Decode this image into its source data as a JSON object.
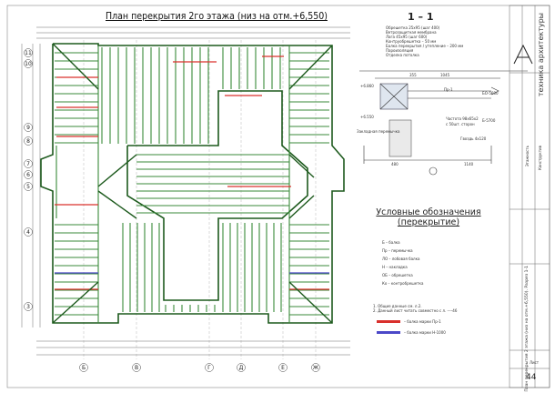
{
  "plan_title": "План перекрытия 2го этажа (низ на отм.+6,550)",
  "section": {
    "title": "1 – 1",
    "layers": [
      "Обрешетка 25х95 (шаг 400)",
      "Ветрозащитная мембрана",
      "Лага 45х95 (шаг 600)",
      "Контруобрешетка – 50 мм",
      "Балка перекрытия / утепление – 200 мм",
      "Пароизоляция",
      "Отделка потолка"
    ],
    "level_top": "+6.860",
    "level_bottom": "+6.550",
    "notes": [
      "Пр-1",
      "БО-5680",
      "Частота 98х65х2",
      "с 50шт. сторон",
      "Б-5700",
      "Гвоздь 4х120",
      "Закладная перемычка"
    ],
    "dims": [
      "355",
      "480",
      "1045",
      "1140"
    ]
  },
  "legend": {
    "title_line1": "Условные обозначения",
    "title_line2": "(перекрытие)",
    "items": [
      "Б – балка",
      "Пр – перемычка",
      "ЛО – лобовая балка",
      "Н – накладка",
      "ОБ – обрешетка",
      "Ко – контробрешетка"
    ],
    "notes": [
      "1. Общие данные см. л.2.",
      "2. Данный лист читать совместно с л. ----46"
    ],
    "swatches": [
      {
        "label": "– балка марки Пр-1",
        "color": "#d9302c"
      },
      {
        "label": "– балка марки Н-1000",
        "color": "#4b48c8"
      }
    ]
  },
  "axes": {
    "left": [
      "11",
      "10",
      "9",
      "8",
      "7",
      "6",
      "5",
      "4",
      "3"
    ],
    "bottom": [
      "Б",
      "В",
      "Г",
      "Д",
      "Е",
      "Ж"
    ]
  },
  "stamp": {
    "brand": "техника архитектуры",
    "object": "Этажность",
    "stage": "Конструктив",
    "sheet_name": "План перекрытия 2 этажа (низ на отм.+6,550). Разрез 1-1",
    "page_label": "Лист",
    "page": "44"
  },
  "colors": {
    "beam": "#3a8a3a",
    "beam_dark": "#1d5a1d",
    "red": "#d9302c",
    "blue": "#4b48c8",
    "dim": "#444"
  }
}
